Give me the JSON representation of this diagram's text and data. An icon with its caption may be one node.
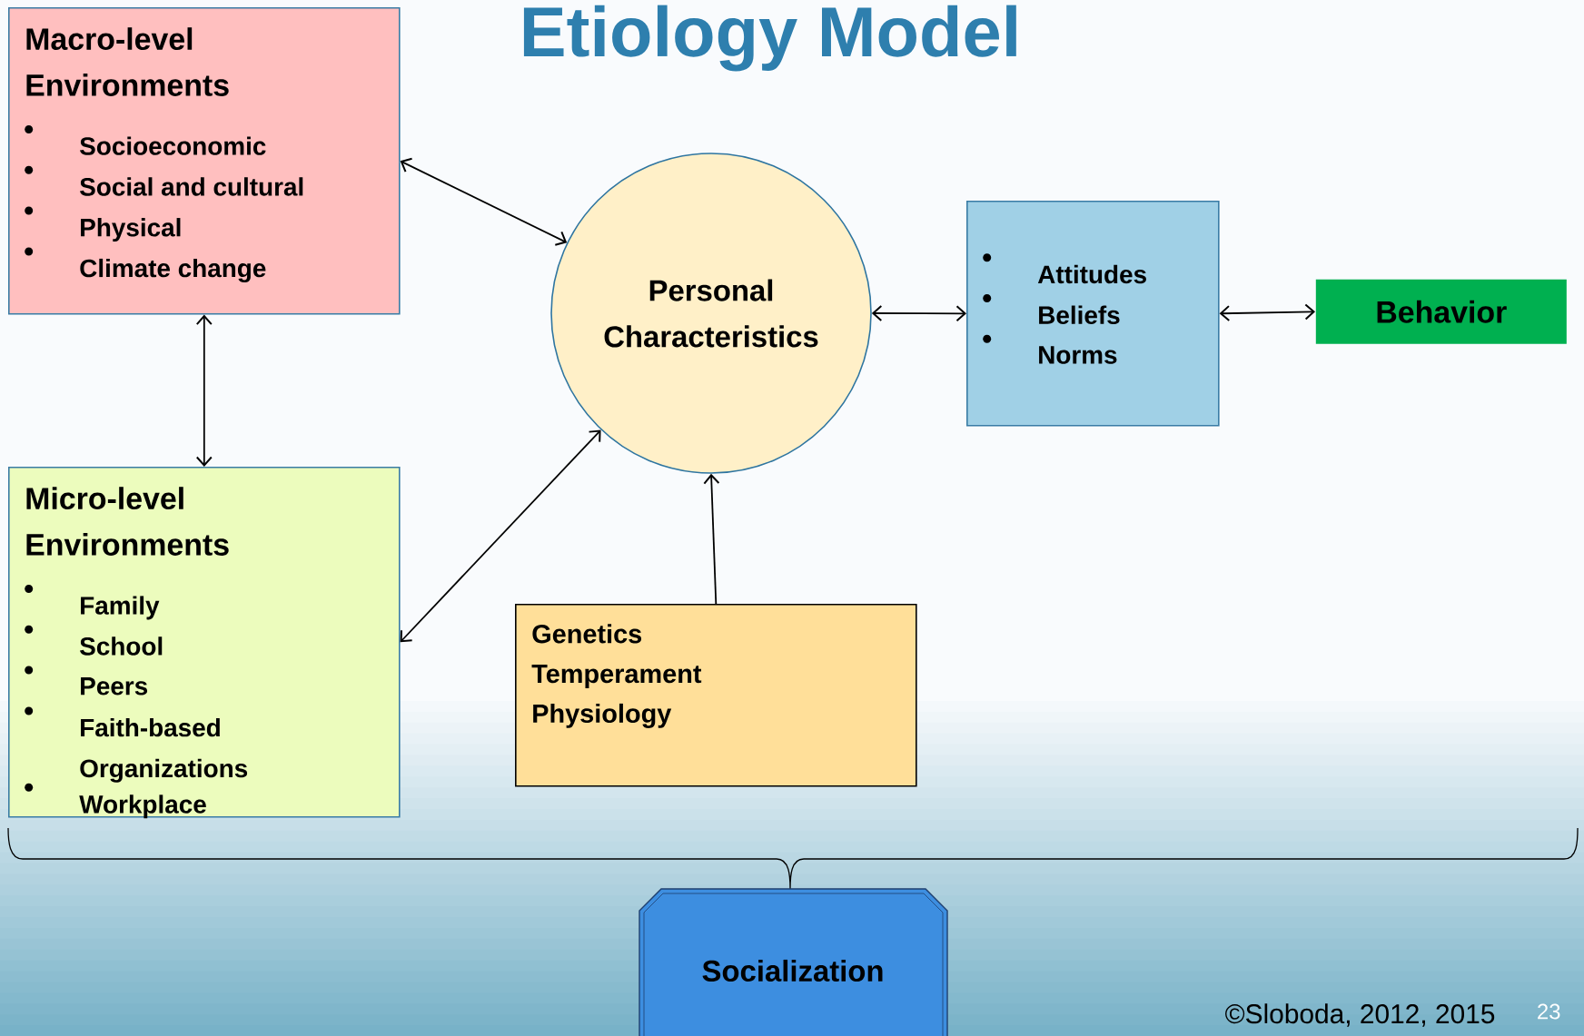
{
  "diagram": {
    "title": "Etiology Model",
    "nodes": [
      {
        "text": [
          "Macro-level Environments",
          "Socioeconomic",
          "Social and cultural",
          "Physical",
          "Climate change"
        ]
      },
      {
        "text": [
          "Personal Characteristics"
        ]
      },
      {
        "text": [
          "Attitudes",
          "Beliefs",
          "Norms"
        ]
      },
      {
        "text": [
          "Behavior"
        ]
      },
      {
        "text": [
          "Micro-level Environments",
          "Family",
          "School",
          "Peers",
          "Faith-based Organizations",
          "Workplace"
        ]
      },
      {
        "text": [
          "Genetics",
          "Temperament",
          "Physiology"
        ]
      },
      {
        "text": [
          "Socialization"
        ]
      }
    ],
    "edges": [
      {
        "from": 0,
        "to": 1,
        "arrow": "both"
      },
      {
        "from": 0,
        "to": 4,
        "arrow": "both"
      },
      {
        "from": 4,
        "to": 1,
        "arrow": "both"
      },
      {
        "from": 1,
        "to": 2,
        "arrow": "both"
      },
      {
        "from": 2,
        "to": 3,
        "arrow": "both"
      },
      {
        "from": 5,
        "to": 1,
        "arrow": "to"
      }
    ],
    "labels": [
      "©Sloboda, 2012, 2015",
      "23"
    ]
  }
}
